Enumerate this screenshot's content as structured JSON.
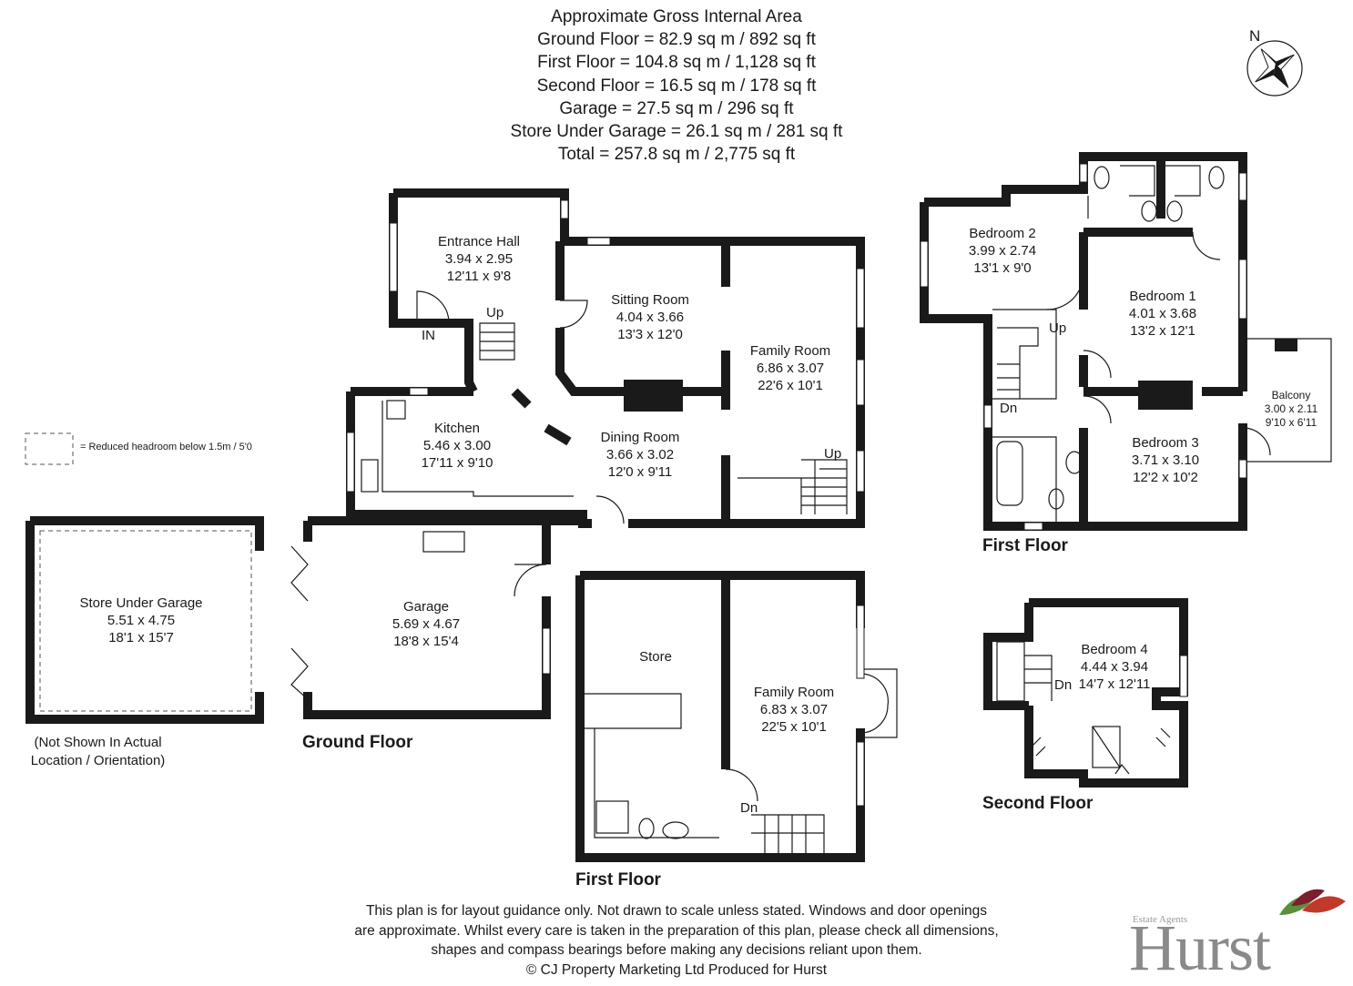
{
  "header": {
    "title": "Approximate Gross Internal Area",
    "lines": [
      "Ground Floor = 82.9 sq m / 892 sq ft",
      "First Floor = 104.8 sq m / 1,128 sq ft",
      "Second Floor = 16.5 sq m / 178 sq ft",
      "Garage = 27.5 sq m / 296 sq ft",
      "Store Under Garage = 26.1 sq m / 281 sq ft",
      "Total = 257.8 sq m / 2,775 sq ft"
    ]
  },
  "compass": {
    "label": "N"
  },
  "legend": {
    "text": "= Reduced headroom below 1.5m / 5'0"
  },
  "floors": {
    "ground": "Ground Floor",
    "first_main": "First Floor",
    "first_lower": "First Floor",
    "second": "Second Floor"
  },
  "store_note": [
    "(Not Shown In Actual",
    "Location / Orientation)"
  ],
  "rooms": {
    "entrance_hall": {
      "name": "Entrance Hall",
      "metric": "3.94 x 2.95",
      "imperial": "12'11 x 9'8"
    },
    "sitting_room": {
      "name": "Sitting Room",
      "metric": "4.04 x 3.66",
      "imperial": "13'3 x 12'0"
    },
    "family_room_ground": {
      "name": "Family Room",
      "metric": "6.86 x 3.07",
      "imperial": "22'6 x 10'1"
    },
    "kitchen": {
      "name": "Kitchen",
      "metric": "5.46 x 3.00",
      "imperial": "17'11 x 9'10"
    },
    "dining_room": {
      "name": "Dining Room",
      "metric": "3.66 x 3.02",
      "imperial": "12'0 x 9'11"
    },
    "store_under_garage": {
      "name": "Store Under Garage",
      "metric": "5.51 x 4.75",
      "imperial": "18'1 x 15'7"
    },
    "garage": {
      "name": "Garage",
      "metric": "5.69 x 4.67",
      "imperial": "18'8 x 15'4"
    },
    "store": {
      "name": "Store"
    },
    "family_room_first": {
      "name": "Family Room",
      "metric": "6.83 x 3.07",
      "imperial": "22'5 x 10'1"
    },
    "bedroom_2": {
      "name": "Bedroom 2",
      "metric": "3.99 x 2.74",
      "imperial": "13'1 x 9'0"
    },
    "bedroom_1": {
      "name": "Bedroom 1",
      "metric": "4.01 x 3.68",
      "imperial": "13'2 x 12'1"
    },
    "bedroom_3": {
      "name": "Bedroom 3",
      "metric": "3.71 x 3.10",
      "imperial": "12'2 x 10'2"
    },
    "balcony": {
      "name": "Balcony",
      "metric": "3.00 x 2.11",
      "imperial": "9'10 x 6'11"
    },
    "bedroom_4": {
      "name": "Bedroom 4",
      "metric": "4.44 x 3.94",
      "imperial": "14'7 x 12'11"
    }
  },
  "stair_labels": {
    "up_entrance": "Up",
    "in": "IN",
    "up_family": "Up",
    "up_first": "Up",
    "dn_first": "Dn",
    "dn_family_first": "Dn",
    "dn_second": "Dn"
  },
  "disclaimer": [
    "This plan is for layout guidance only. Not drawn to scale unless stated. Windows and door openings",
    "are approximate. Whilst every care is taken in the preparation of this plan, please check all dimensions,",
    "shapes and compass bearings before making any decisions reliant upon them.",
    "© CJ Property Marketing Ltd Produced for Hurst"
  ],
  "brand": {
    "tagline": "Estate Agents",
    "name": "Hurst"
  },
  "colors": {
    "wall": "#1a1a1a",
    "brand_grey": "#8a8a8a",
    "leaf_red": "#c0392b",
    "leaf_green": "#5a8f3c"
  }
}
